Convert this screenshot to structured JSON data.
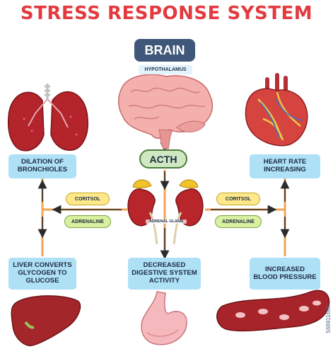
{
  "title": "STRESS RESPONSE SYSTEM",
  "brain": {
    "label": "BRAIN",
    "hypothalamus": "HYPOTHALAMUS"
  },
  "acth": "ACTH",
  "adrenal_gland": "ADRENAL GLAND",
  "hormones": {
    "cortisol": "CORITSOL",
    "adrenaline": "ADRENALINE"
  },
  "boxes": {
    "lungs": "DILATION OF BRONCHIOLES",
    "heart": "HEART RATE INCREASING",
    "liver": "LIVER CONVERTS GLYCOGEN TO GLUCOSE",
    "digestive": "DECREASED DIGESTIVE SYSTEM ACTIVITY",
    "blood": "INCREASED BLOOD PRESSURE"
  },
  "watermark": "566911689",
  "colors": {
    "title": "#e23a3f",
    "box": "#aee0f6",
    "arrow_line": "#f0a45a",
    "arrow_head": "#2b2b2b",
    "cortisol_pill": "#fde98c",
    "adrenaline_pill": "#d8f0a0"
  }
}
